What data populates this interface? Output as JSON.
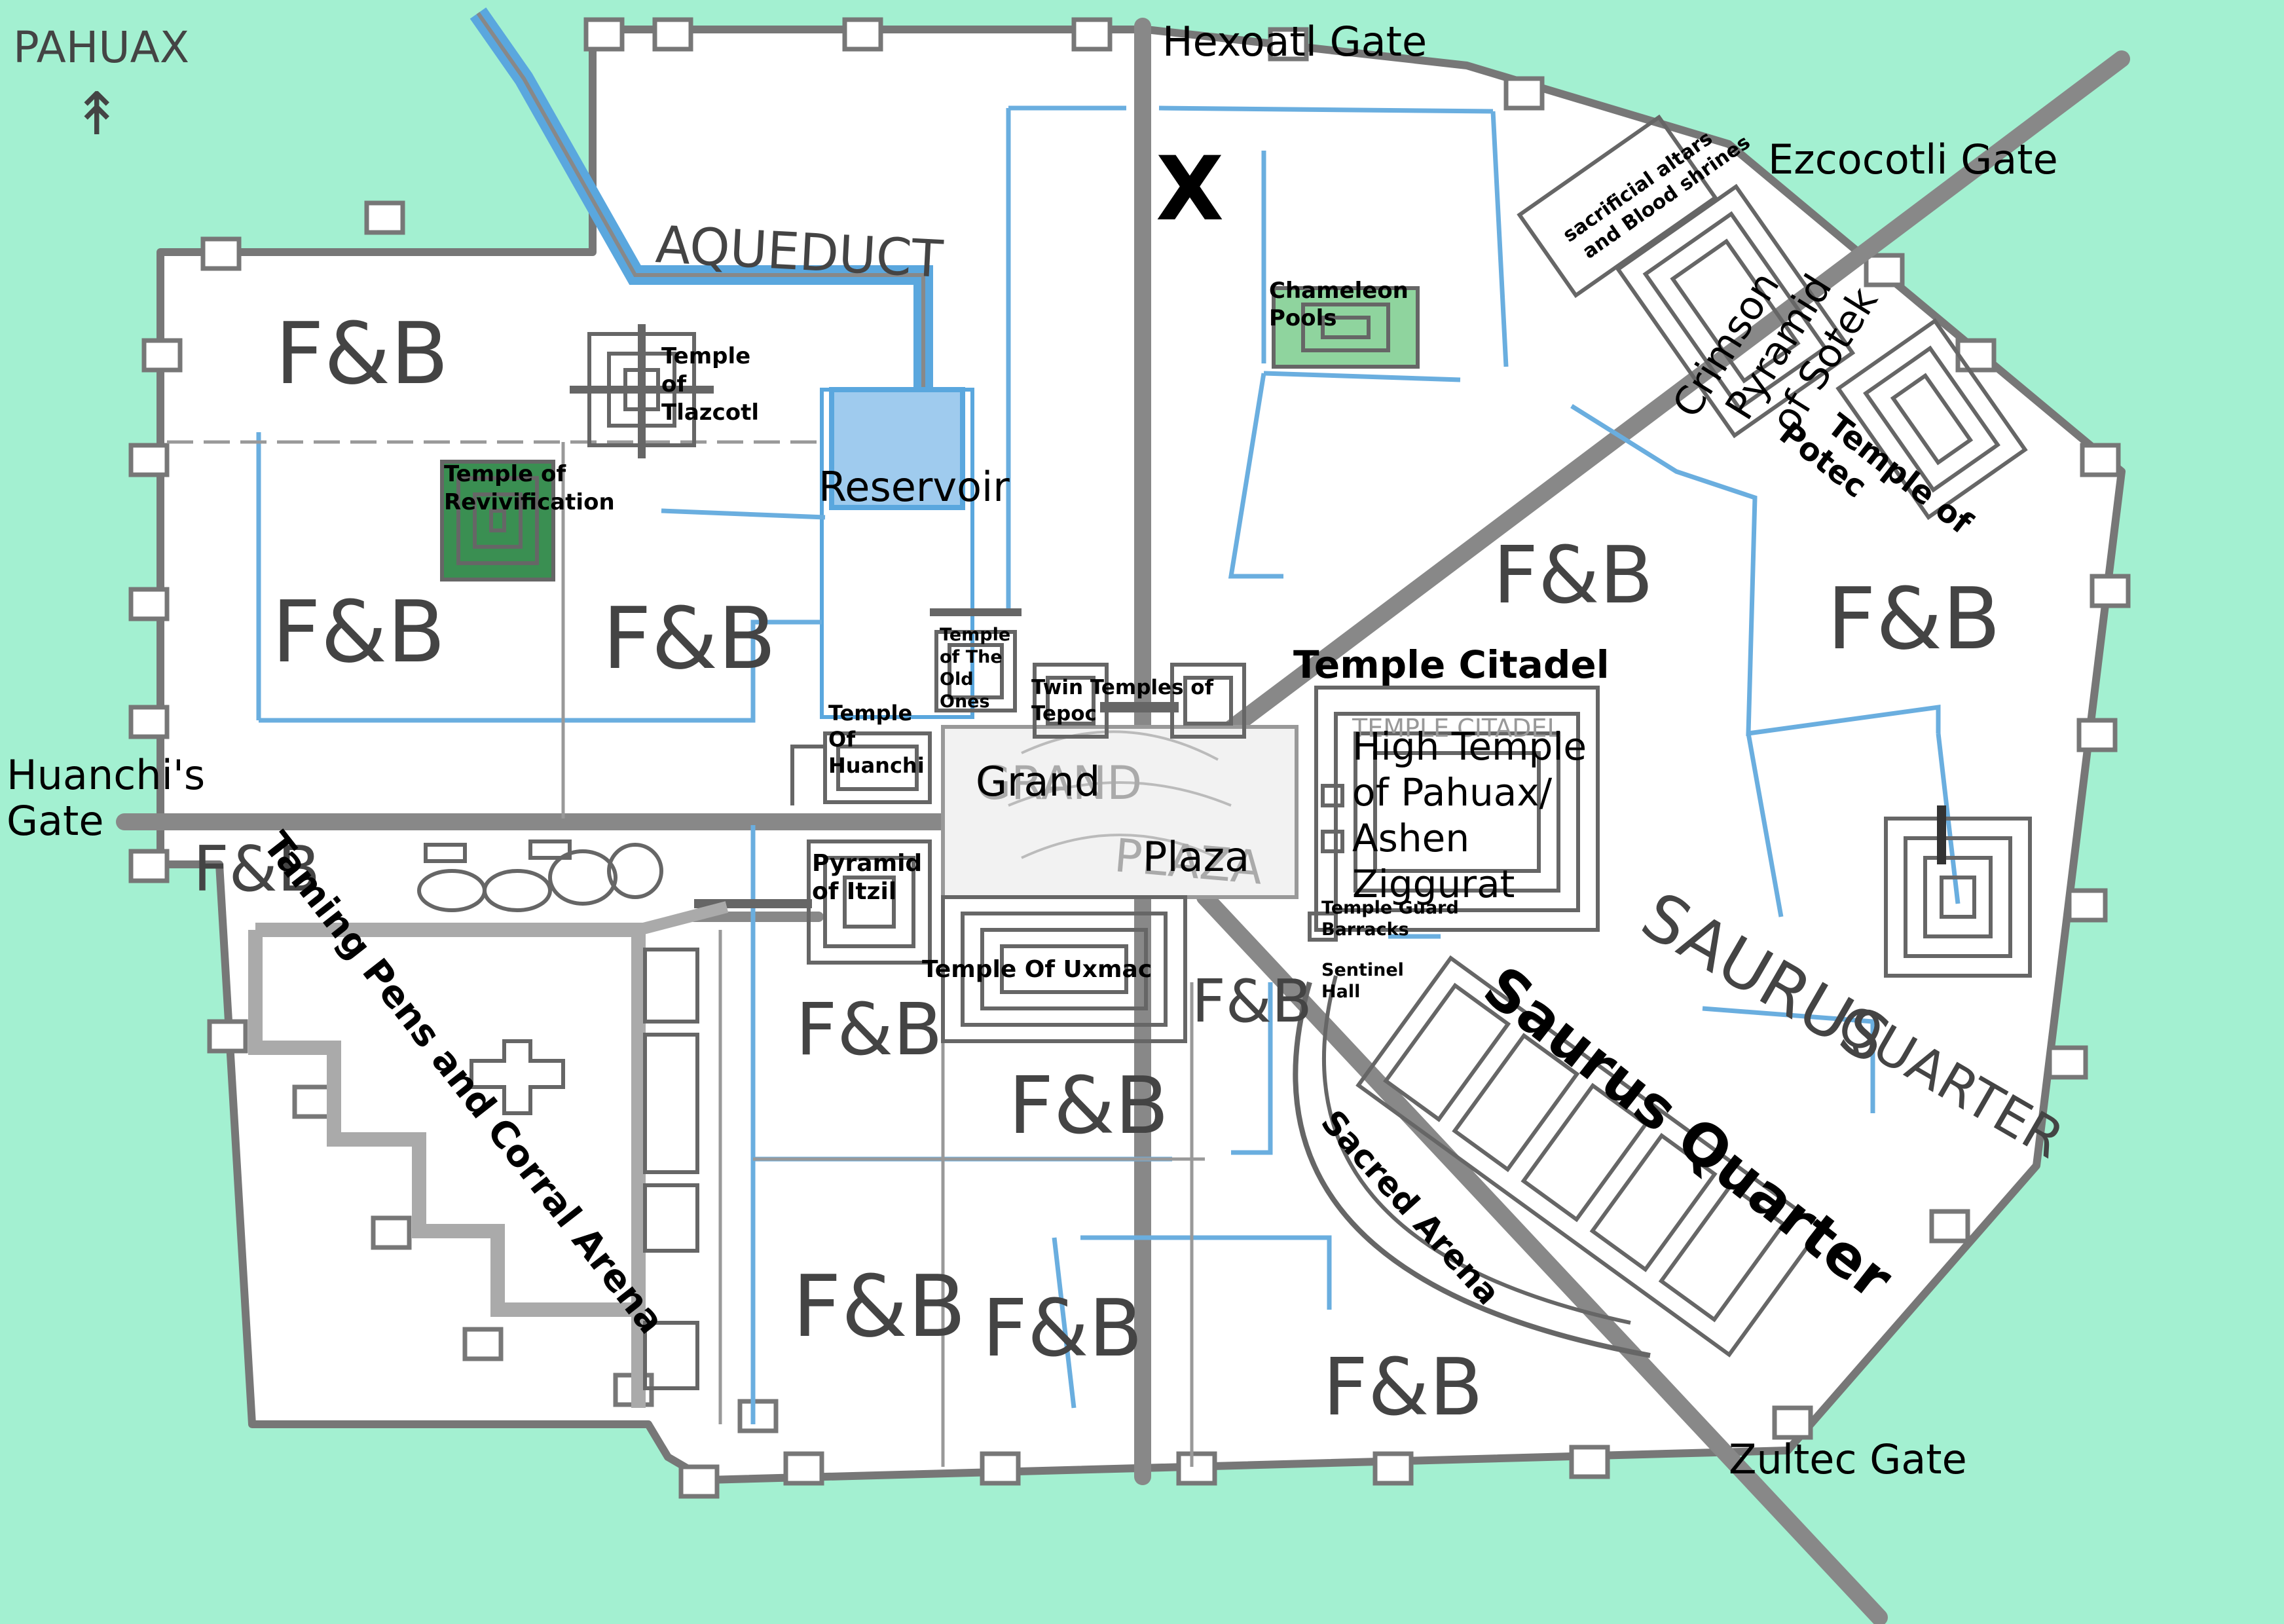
{
  "corner_label": "PAHUAX",
  "gates": {
    "north": "Hexoatl Gate",
    "northeast": "Ezcocotli Gate",
    "west_line1": "Huanchi's",
    "west_line2": "Gate",
    "southeast": "Zultec Gate"
  },
  "districts": {
    "fb": "F&B",
    "aqueduct": "AQUEDUCT",
    "reservoir": "Reservoir",
    "x_mark": "X",
    "chameleon_line1": "Chameleon",
    "chameleon_line2": "Pools",
    "altars_line1": "sacrificial altars",
    "altars_line2": "and Blood shrines",
    "crimson_line1": "Crimson",
    "crimson_line2": "Pyramid",
    "crimson_line3": "of Sotek",
    "potec_line1": "Temple of",
    "potec_line2": "Potec",
    "tlazcotl_line1": "Temple",
    "tlazcotl_line2": "of",
    "tlazcotl_line3": "Tlazcotl",
    "reviv_line1": "Temple of",
    "reviv_line2": "Revivification",
    "oldones_line1": "Temple",
    "oldones_line2": "of The",
    "oldones_line3": "Old",
    "oldones_line4": "Ones",
    "twin_line1": "Twin Temples of",
    "twin_line2": "Tepoc",
    "huanchi_line1": "Temple",
    "huanchi_line2": "Of",
    "huanchi_line3": "Huanchi",
    "grand": "Grand",
    "plaza": "Plaza",
    "grand_hand": "GRAND",
    "plaza_hand": "PLAZA",
    "itzil_line1": "Pyramid",
    "itzil_line2": "of Itzil",
    "uxmac": "Temple Of Uxmac",
    "citadel_title": "Temple Citadel",
    "citadel_hand": "TEMPLE CITADEL",
    "high_line1": "High Temple",
    "high_line2": "of Pahuax/",
    "high_line3": "Ashen",
    "high_line4": "Ziggurat",
    "guard_line1": "Temple Guard",
    "guard_line2": "Barracks",
    "sentinel_line1": "Sentinel",
    "sentinel_line2": "Hall",
    "saurus_title": "Saurus Quarter",
    "saurus_hand1": "SAURUS",
    "saurus_hand2": "QUARTER",
    "arena": "Sacred Arena",
    "taming": "Taming Pens and Corral Arena"
  },
  "colors": {
    "background": "#a3f0d1",
    "city_fill": "#ffffff",
    "wall": "#777777",
    "water": "#5aa7de",
    "green_pool": "#3a8f52"
  }
}
